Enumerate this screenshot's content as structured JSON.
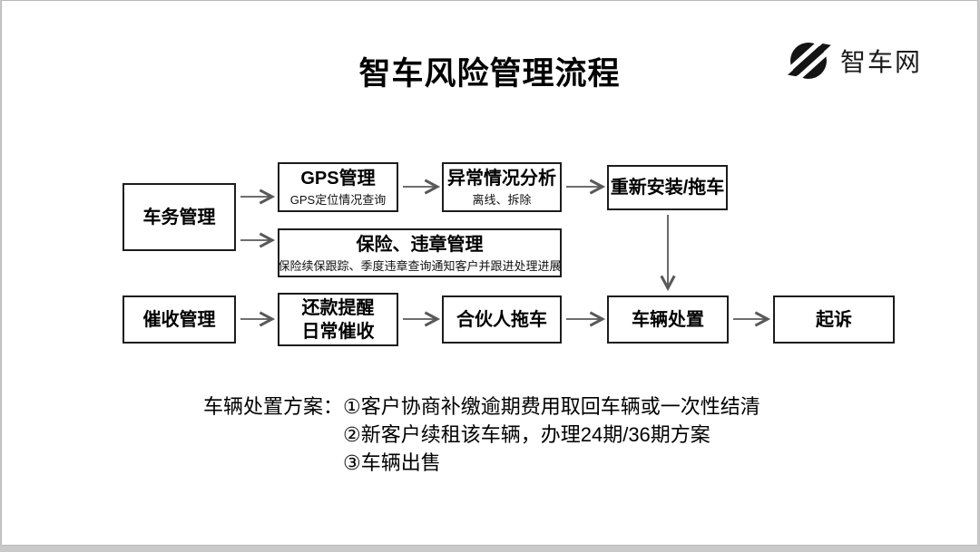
{
  "title": "智车风险管理流程",
  "logo": {
    "text": "智车网",
    "icon": "zhiche-circle-slash-logo"
  },
  "flowchart": {
    "nodes": {
      "vehicle_mgmt": {
        "label": "车务管理"
      },
      "gps": {
        "label": "GPS管理",
        "sub": "GPS定位情况查询"
      },
      "abnormal": {
        "label": "异常情况分析",
        "sub": "离线、拆除"
      },
      "reinstall": {
        "label": "重新安装/拖车"
      },
      "insurance": {
        "label": "保险、违章管理",
        "sub": "保险续保跟踪、季度违章查询通知客户并跟进处理进展"
      },
      "collection": {
        "label": "催收管理"
      },
      "reminder": {
        "lines": [
          "还款提醒",
          "日常催收"
        ]
      },
      "partner_tow": {
        "label": "合伙人拖车"
      },
      "disposal": {
        "label": "车辆处置"
      },
      "lawsuit": {
        "label": "起诉"
      }
    },
    "edges": [
      {
        "from": "车务管理",
        "to": "GPS管理"
      },
      {
        "from": "车务管理",
        "to": "保险、违章管理"
      },
      {
        "from": "GPS管理",
        "to": "异常情况分析"
      },
      {
        "from": "异常情况分析",
        "to": "重新安装/拖车"
      },
      {
        "from": "重新安装/拖车",
        "to": "车辆处置"
      },
      {
        "from": "催收管理",
        "to": "还款提醒 日常催收"
      },
      {
        "from": "还款提醒 日常催收",
        "to": "合伙人拖车"
      },
      {
        "from": "合伙人拖车",
        "to": "车辆处置"
      },
      {
        "from": "车辆处置",
        "to": "起诉"
      }
    ]
  },
  "footnote": {
    "label": "车辆处置方案：",
    "items": [
      "①客户协商补缴逾期费用取回车辆或一次性结清",
      "②新客户续租该车辆，办理24期/36期方案",
      "③车辆出售"
    ]
  },
  "colors": {
    "background": "#ffffff",
    "page_frame": "#c9c9c9",
    "box_border": "#1c1c1c",
    "arrow": "#595959",
    "text": "#000000"
  }
}
